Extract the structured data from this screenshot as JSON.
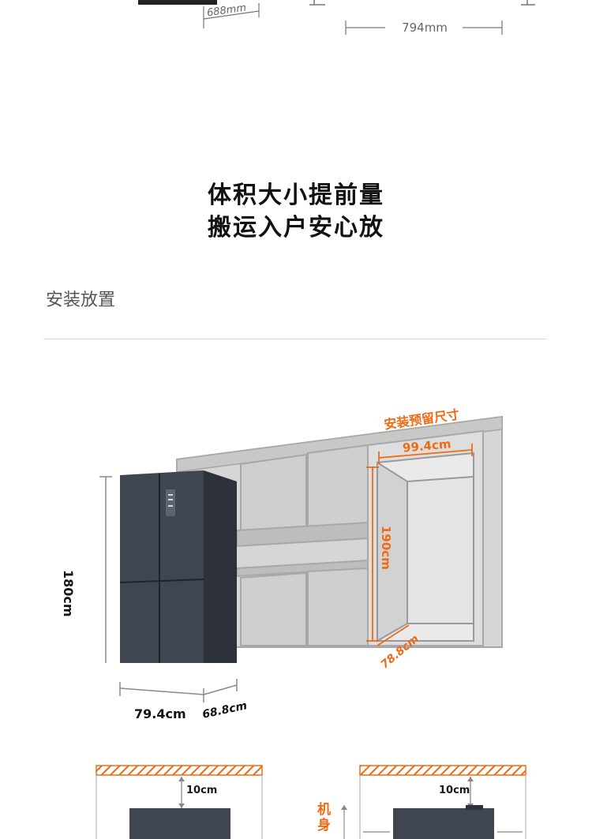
{
  "top_dims": {
    "depth": "688mm",
    "width": "794mm"
  },
  "headline": {
    "line1": "体积大小提前量",
    "line2": "搬运入户安心放"
  },
  "section": {
    "title": "安装放置"
  },
  "fridge": {
    "height": "180cm",
    "width": "79.4cm",
    "depth": "68.8cm"
  },
  "niche": {
    "label": "安装预留尺寸",
    "width": "99.4cm",
    "height": "190cm",
    "depth": "78.8cm"
  },
  "clearance": {
    "left_top": "10cm",
    "right_top": "10cm",
    "side_label": "机身"
  },
  "colors": {
    "accent": "#f06a14",
    "fridge": "#3c4350",
    "wall": "#c9c9c9"
  }
}
